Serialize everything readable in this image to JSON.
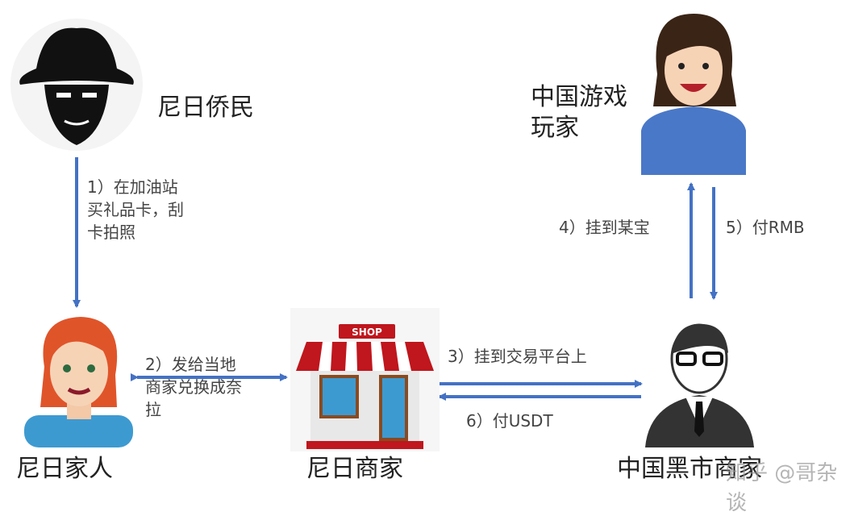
{
  "colors": {
    "arrow": "#4472c4",
    "shop_awning": "#c0161d",
    "shop_window": "#3d9ad1",
    "player_shirt": "#4a78c8"
  },
  "nodes": {
    "emigrant": {
      "label": "尼日侨民",
      "icon": "man-with-hat-icon"
    },
    "family": {
      "label": "尼日家人",
      "icon": "woman-red-hair-icon"
    },
    "merchant": {
      "label": "尼日商家",
      "icon": "shop-icon",
      "sign": "SHOP"
    },
    "black_market": {
      "label": "中国黑市商家",
      "icon": "businessman-icon"
    },
    "player": {
      "label_line1": "中国游戏",
      "label_line2": "玩家",
      "icon": "smiling-woman-icon"
    }
  },
  "steps": {
    "s1": [
      "1）在加油站",
      "买礼品卡，刮",
      "卡拍照"
    ],
    "s2": [
      "2）发给当地",
      "商家兑换成奈",
      "拉"
    ],
    "s3": "3）挂到交易平台上",
    "s4": "4）挂到某宝",
    "s5": "5）付RMB",
    "s6": "6）付USDT"
  },
  "watermark": "知乎 @哥杂谈"
}
